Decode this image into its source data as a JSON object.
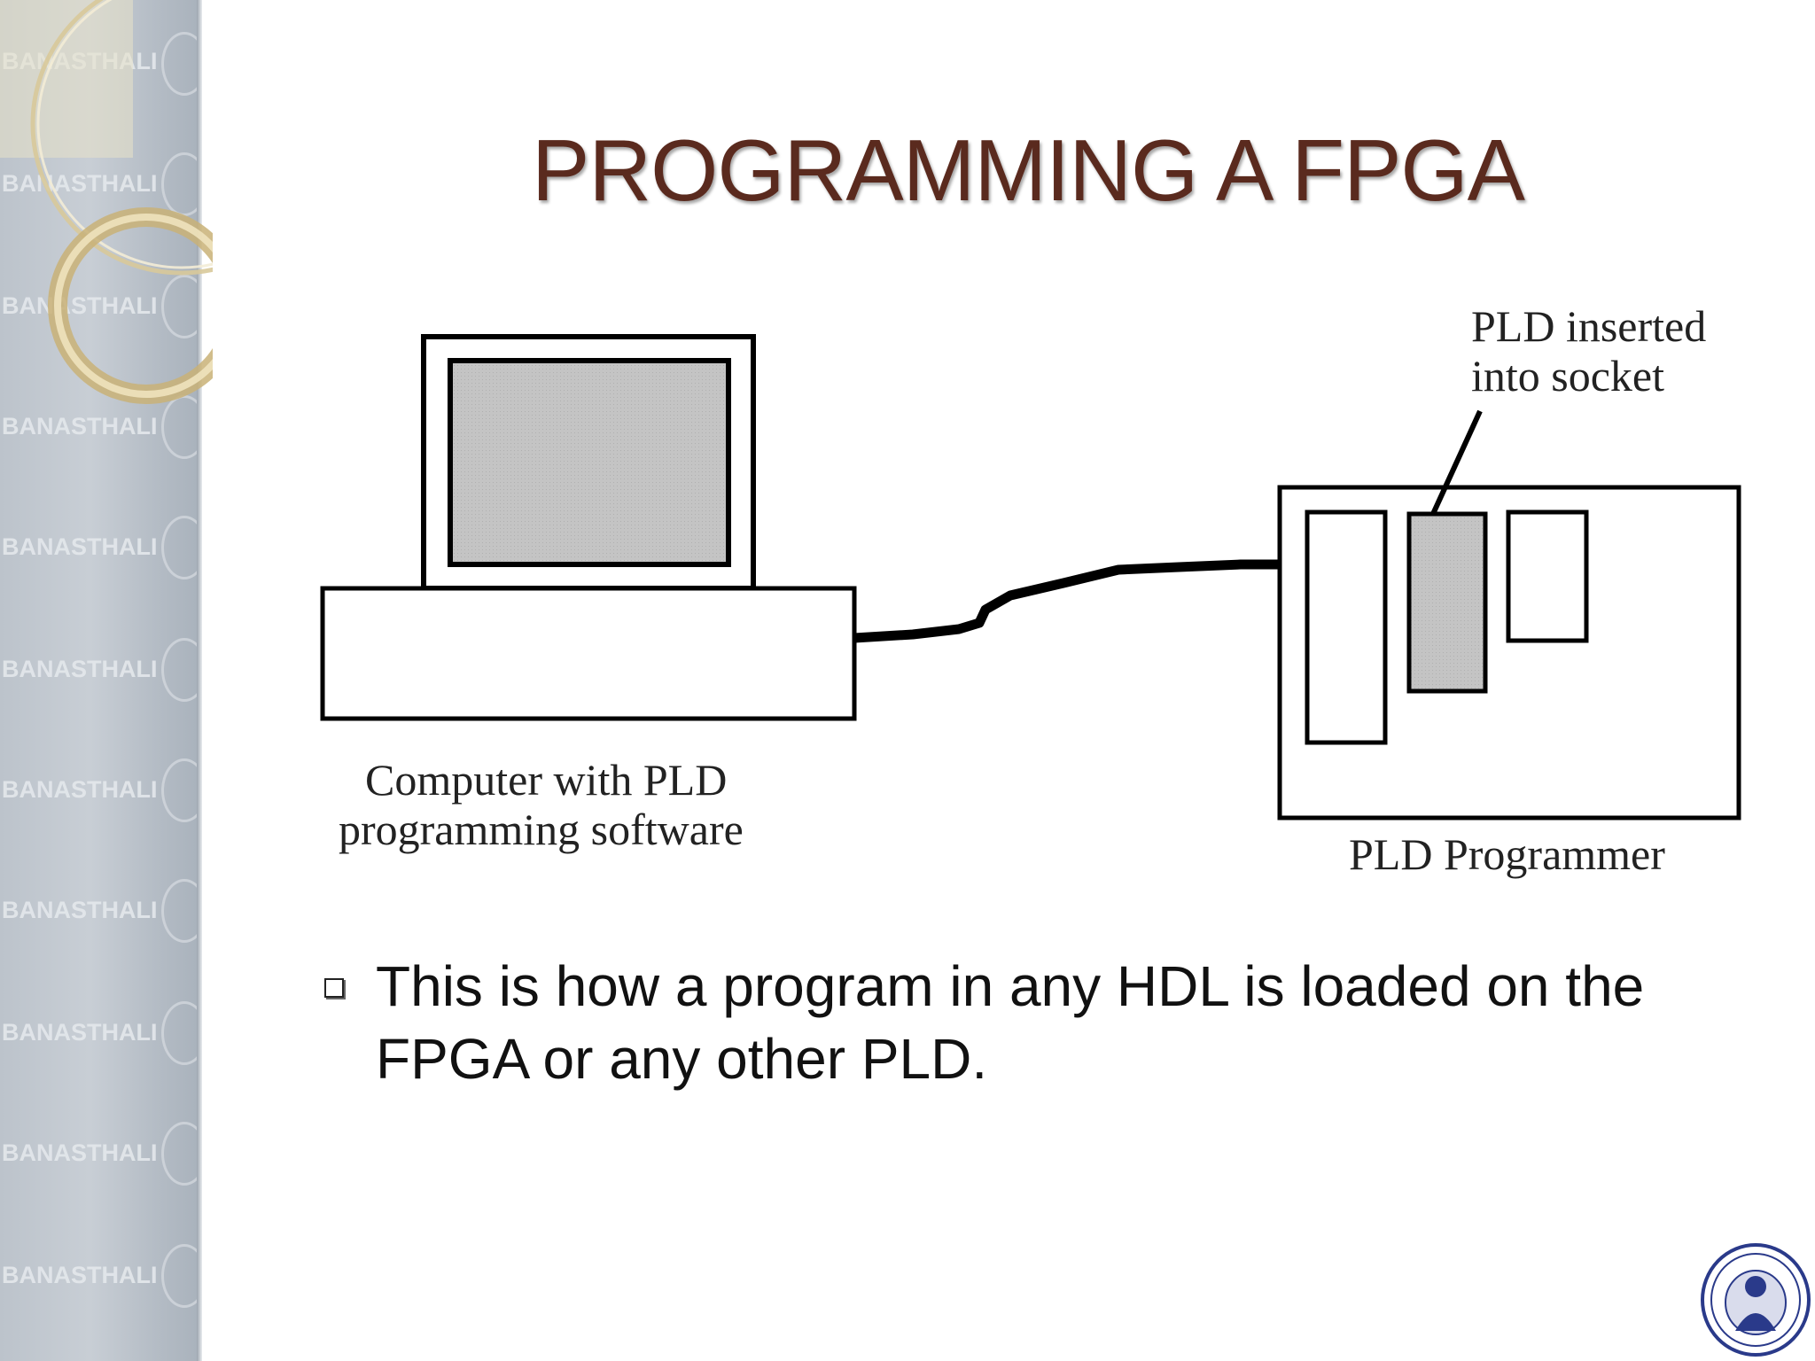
{
  "sidebar": {
    "watermark_text": "BANASTHALI",
    "watermarks": [
      "BANASTHALI",
      "BANASTHALI",
      "BANASTHALI",
      "BANASTHALI",
      "BANASTHALI",
      "BANASTHALI",
      "BANASTHALI",
      "BANASTHALI",
      "BANASTHALI",
      "BANASTHALI",
      "BANASTHALI"
    ]
  },
  "slide": {
    "title": "PROGRAMMING A FPGA",
    "title_color": "#5a2a1e"
  },
  "diagram": {
    "computer_label_line1": "Computer with PLD",
    "computer_label_line2": "programming software",
    "socket_label_line1": "PLD inserted",
    "socket_label_line2": "into socket",
    "programmer_label": "PLD Programmer"
  },
  "bullets": [
    {
      "text": "This is how a program in any HDL is loaded on the FPGA or any other PLD."
    }
  ],
  "logo": {
    "icon": "university-seal-icon"
  }
}
